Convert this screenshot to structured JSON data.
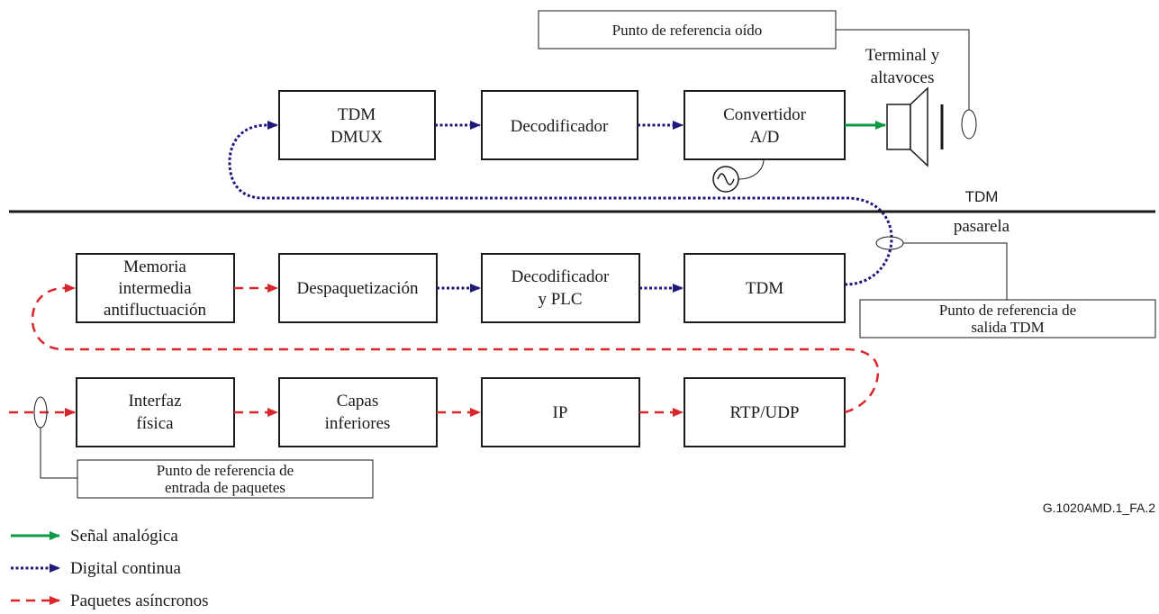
{
  "blocks": {
    "tdm_dmux": [
      "TDM",
      "DMUX"
    ],
    "decoder_top": "Decodificador",
    "converter": [
      "Convertidor",
      "A/D"
    ],
    "jitter_buffer": [
      "Memoria",
      "intermedia",
      "antifluctuación"
    ],
    "depacketization": "Despaquetización",
    "decoder_plc": [
      "Decodificador",
      "y PLC"
    ],
    "tdm": "TDM",
    "physical_interface": [
      "Interfaz",
      "física"
    ],
    "lower_layers": [
      "Capas",
      "inferiores"
    ],
    "ip": "IP",
    "rtp_udp": "RTP/UDP"
  },
  "labels": {
    "ear_reference": "Punto de referencia oído",
    "terminal_speakers": [
      "Terminal y",
      "altavoces"
    ],
    "tdm_gateway": [
      "TDM",
      "pasarela"
    ],
    "tdm_output_reference": [
      "Punto de referencia de",
      "salida TDM"
    ],
    "packet_input_reference": [
      "Punto de referencia de",
      "entrada de paquetes"
    ],
    "figure_id": "G.1020AMD.1_FA.2"
  },
  "legend": {
    "analog": "Señal analógica",
    "digital": "Digital continua",
    "packets": "Paquetes asíncronos"
  },
  "colors": {
    "analog": "#0c9a45",
    "digital": "#1f1a7a",
    "packets": "#d8262b"
  }
}
